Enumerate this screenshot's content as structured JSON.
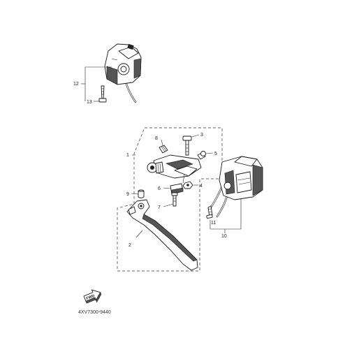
{
  "diagram": {
    "drawing_code": "4XV7300-9440",
    "fwd_label": "FWD",
    "callouts": {
      "c1": "1",
      "c2": "2",
      "c3": "3",
      "c4": "4",
      "c5": "5",
      "c6": "6",
      "c7": "7",
      "c8": "8",
      "c9": "9",
      "c10": "10",
      "c11": "11",
      "c12": "12",
      "c13": "13"
    }
  }
}
